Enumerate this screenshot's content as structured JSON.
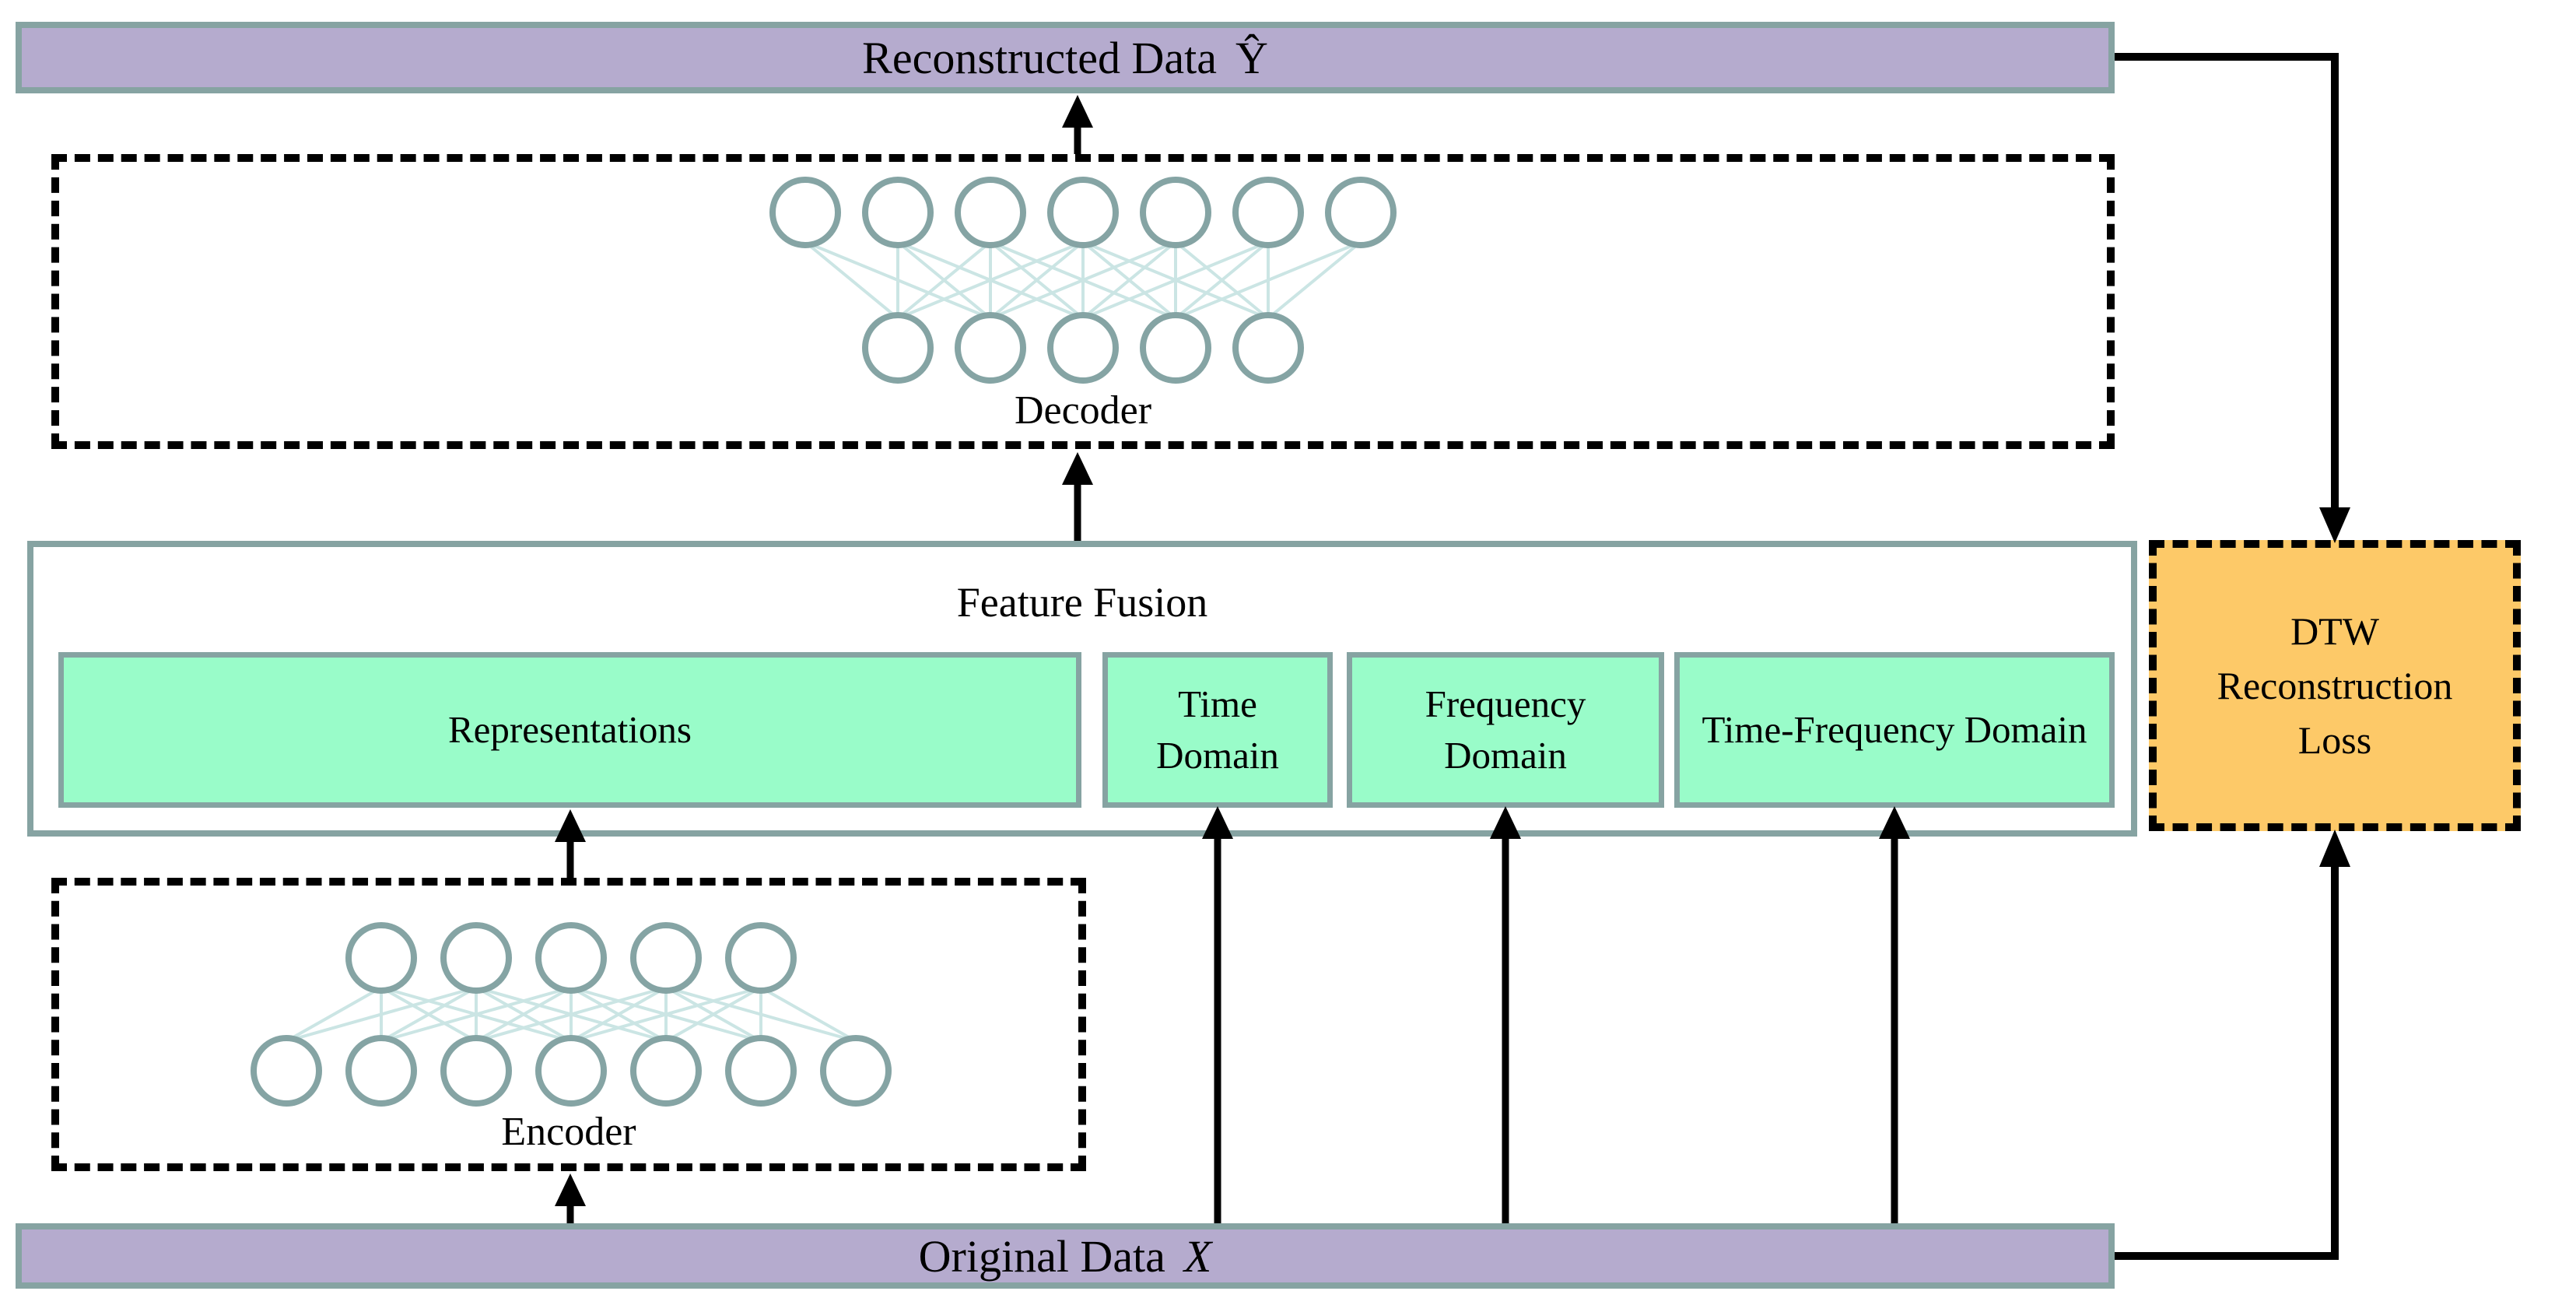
{
  "bars": {
    "reconstructed": {
      "label": "Reconstructed Data",
      "symbol": "Ŷ"
    },
    "original": {
      "label": "Original Data",
      "symbol": "X"
    }
  },
  "decoder": {
    "label": "Decoder",
    "top_nodes": 7,
    "bottom_nodes": 5
  },
  "encoder": {
    "label": "Encoder",
    "top_nodes": 5,
    "bottom_nodes": 7
  },
  "feature_fusion": {
    "label": "Feature Fusion",
    "boxes": [
      {
        "label": "Representations"
      },
      {
        "label": "Time Domain"
      },
      {
        "label": "Frequency Domain"
      },
      {
        "label": "Time-Frequency Domain"
      }
    ]
  },
  "loss": {
    "label": "DTW Reconstruction Loss"
  },
  "colors": {
    "bar_fill": "#b5abce",
    "frame_border": "#86a3a2",
    "green_fill": "#99fcc9",
    "loss_fill": "#fdc968",
    "node_stroke": "#85a4a4",
    "link_stroke": "#cbe5e4",
    "arrow": "#000000"
  }
}
